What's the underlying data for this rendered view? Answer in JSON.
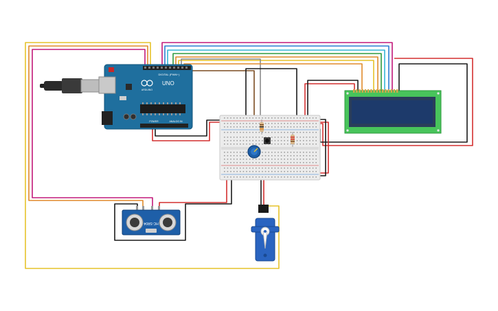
{
  "arduino": {
    "logo": "UNO",
    "brand": "ARDUINO",
    "digital_label": "DIGITAL (PWM~)",
    "power_label": "POWER",
    "analog_label": "ANALOG IN"
  },
  "sensor": {
    "model": "HC-SR04"
  },
  "colors": {
    "red": "#d32f2f",
    "black": "#1a1a1a",
    "yellow": "#e6c229",
    "magenta": "#c2187a",
    "orange": "#e08a2a",
    "green": "#2e9a3e",
    "blue": "#2a7fd4",
    "cyan": "#35b6d6",
    "brown": "#7a4b21",
    "board": "#1f6f9e",
    "lcd_green": "#48c45b",
    "lcd_screen": "#1d3a6b",
    "sensor_blue": "#1e5fa8",
    "servo_blue": "#2a64c0"
  }
}
